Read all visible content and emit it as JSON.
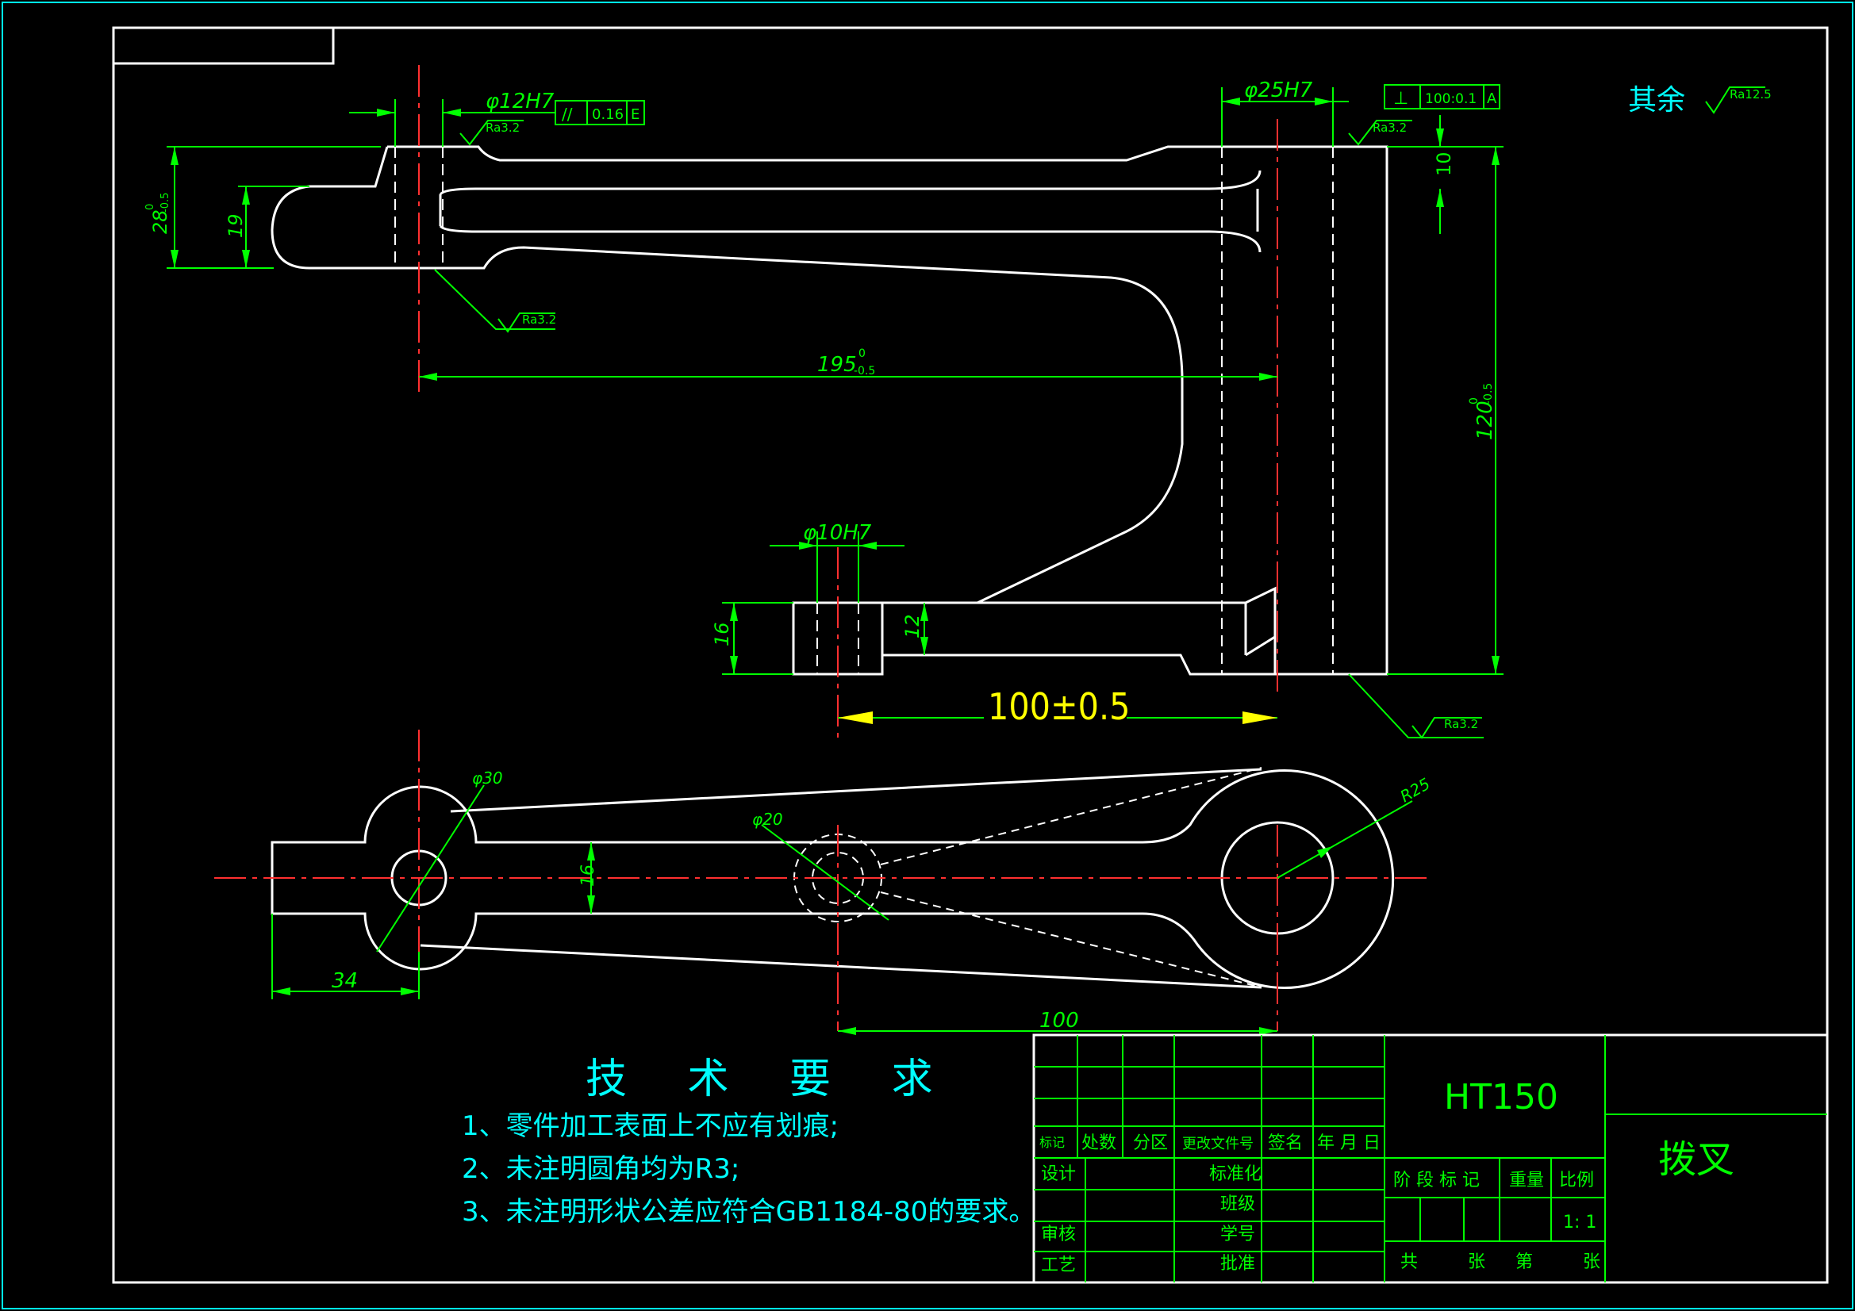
{
  "colors": {
    "background": "#000000",
    "outline": "#ffffff",
    "dimension": "#00ff00",
    "centerline": "#ff3030",
    "accent_text": "#00ffff",
    "highlight_dimension": "#ffff00"
  },
  "roughness": {
    "remaining_label": "其余",
    "remaining_value": "Ra12.5",
    "ra_a": "Ra3.2",
    "ra_b": "Ra3.2",
    "ra_c": "Ra3.2",
    "ra_d": "Ra3.2"
  },
  "front_view": {
    "dims": {
      "bore_left": "φ12H7",
      "tol_left_symbol": "//",
      "tol_left_value": "0.16",
      "tol_left_datum": "E",
      "bore_right": "φ25H7",
      "tol_right_symbol": "⊥",
      "tol_right_value": "100:0.1",
      "tol_right_datum": "A",
      "dim_10": "10",
      "height_28": "28",
      "height_28_tol_up": "0",
      "height_28_tol_low": "-0.5",
      "height_19": "19",
      "length_195": "195",
      "length_195_tol_up": "0",
      "length_195_tol_low": "-0.5",
      "height_120": "120",
      "height_120_tol_up": "0",
      "height_120_tol_low": "-0.5",
      "bore_small": "φ10H7",
      "height_16": "16",
      "height_12": "12",
      "center_distance": "100±0.5"
    }
  },
  "top_view": {
    "dims": {
      "dia_30": "φ30",
      "dia_20": "φ20",
      "r_25": "R25",
      "width_16": "16",
      "length_34": "34",
      "length_100": "100"
    }
  },
  "tech_requirements": {
    "title": "技 术 要 求",
    "items": [
      "1、零件加工表面上不应有划痕;",
      "2、未注明圆角均为R3;",
      "3、未注明形状公差应符合GB1184-80的要求。"
    ]
  },
  "title_block": {
    "material": "HT150",
    "part_name": "拨叉",
    "row_headers": [
      "标记",
      "处数",
      "分区",
      "更改文件号",
      "签名",
      "年 月 日"
    ],
    "design": "设计",
    "standardize": "标准化",
    "review": "审核",
    "process": "工艺",
    "class_label": "班级",
    "student_id": "学号",
    "approve": "批准",
    "stage_mark": "阶 段 标 记",
    "weight": "重量",
    "scale_label": "比例",
    "scale_value": "1: 1",
    "total": "共",
    "sheets": "张",
    "sheet_no": "第",
    "sheet_unit": "张"
  }
}
